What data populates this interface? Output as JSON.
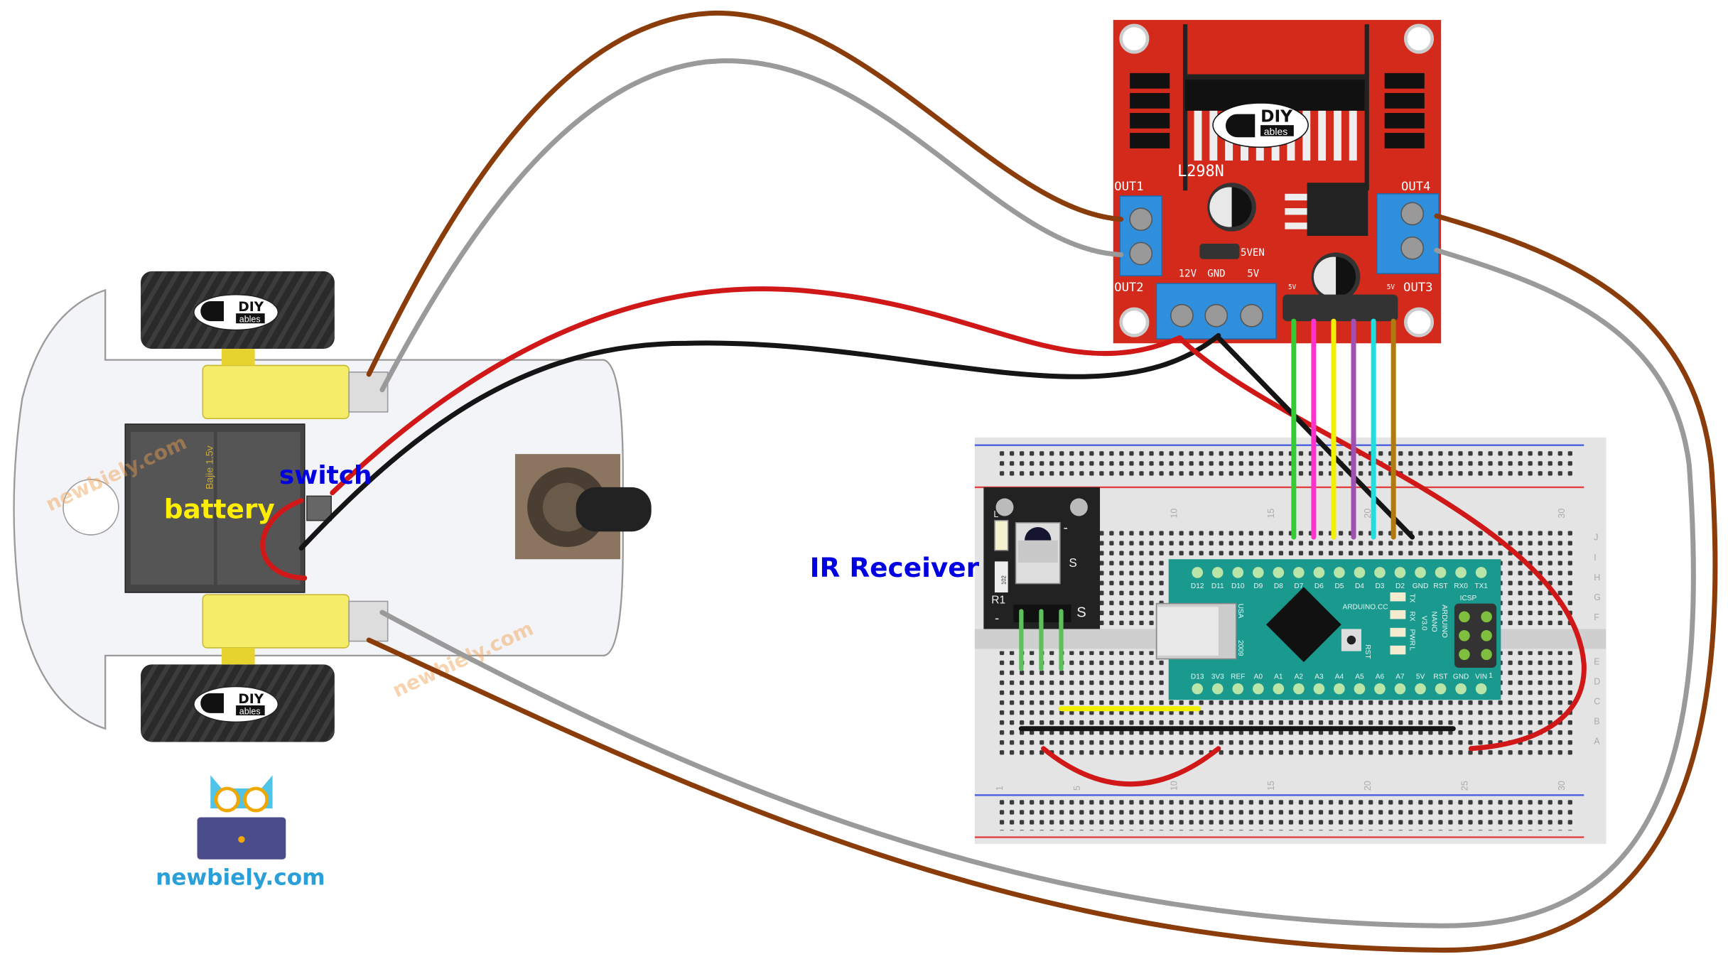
{
  "labels": {
    "battery": "battery",
    "switch": "switch",
    "ir_receiver": "IR Receiver",
    "site": "newbiely.com",
    "watermark": "newbiely.com"
  },
  "colors": {
    "label_blue": "#0000e0",
    "label_yellow": "#ffee00",
    "site_blue": "#2ba0d8",
    "l298n_red": "#d42a1c",
    "nano_teal": "#1a9a8f",
    "terminal_blue": "#2f8fdc"
  },
  "l298n": {
    "title": "L298N",
    "logo_top": "DIY",
    "logo_bottom": "ables",
    "out1": "OUT1",
    "out2": "OUT2",
    "out3": "OUT3",
    "out4": "OUT4",
    "power_labels": [
      "12V",
      "GND",
      "5V"
    ],
    "jumper": "5VEN",
    "header_5v_left": "5V",
    "header_5v_right": "5V"
  },
  "wheel_logo": {
    "top": "DIY",
    "bottom": "ables"
  },
  "battery_text": "Bajie 1.5v",
  "arduino": {
    "top_pins": [
      "D12",
      "D11",
      "D10",
      "D9",
      "D8",
      "D7",
      "D6",
      "D5",
      "D4",
      "D3",
      "D2",
      "GND",
      "RST",
      "RX0",
      "TX1"
    ],
    "bottom_pins": [
      "D13",
      "3V3",
      "REF",
      "A0",
      "A1",
      "A2",
      "A3",
      "A4",
      "A5",
      "A6",
      "A7",
      "5V",
      "RST",
      "GND",
      "VIN"
    ],
    "brand": "ARDUINO.CC",
    "model_line1": "ARDUINO",
    "model_line2": "NANO",
    "model_line3": "V3.0",
    "icsp": "ICSP",
    "icsp_pin1": "1",
    "usa": "USA",
    "year": "2009",
    "rst": "RST",
    "leds": [
      "TX",
      "RX",
      "PWR",
      "L"
    ]
  },
  "ir_module": {
    "r1": "R1",
    "r_value": "102",
    "s_top": "S",
    "s_pin": "S",
    "minus_top": "-",
    "minus_bottom": "-",
    "l": "L"
  },
  "breadboard": {
    "column_numbers": [
      "1",
      "5",
      "10",
      "15",
      "20",
      "25",
      "30"
    ],
    "row_letters_top": [
      "J",
      "I",
      "H",
      "G",
      "F"
    ],
    "row_letters_bottom": [
      "E",
      "D",
      "C",
      "B",
      "A"
    ]
  },
  "header_wire_colors": [
    "#33cc33",
    "#ff33cc",
    "#f0f000",
    "#a050b0",
    "#22dddd",
    "#b07a10"
  ]
}
